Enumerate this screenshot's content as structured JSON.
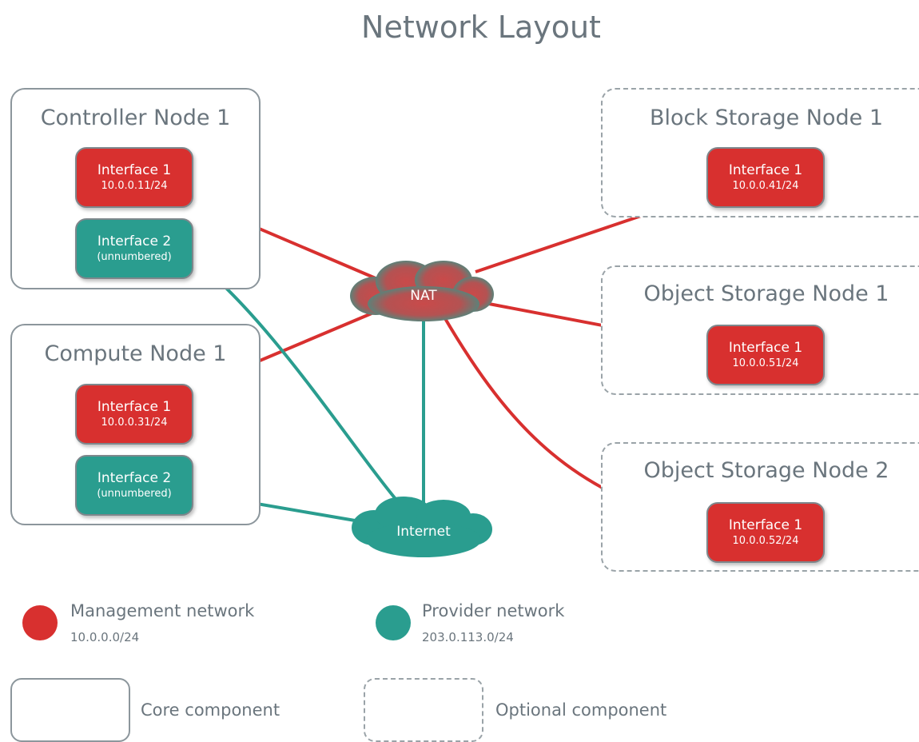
{
  "title": "Network Layout",
  "colors": {
    "management": "#d8302f",
    "provider": "#2a9d8f",
    "border": "#8c969c"
  },
  "nodes": {
    "controller": {
      "label": "Controller Node 1",
      "interfaces": [
        {
          "name": "Interface 1",
          "addr": "10.0.0.11/24",
          "network": "management"
        },
        {
          "name": "Interface 2",
          "addr": "(unnumbered)",
          "network": "provider"
        }
      ]
    },
    "compute": {
      "label": "Compute Node 1",
      "interfaces": [
        {
          "name": "Interface 1",
          "addr": "10.0.0.31/24",
          "network": "management"
        },
        {
          "name": "Interface 2",
          "addr": "(unnumbered)",
          "network": "provider"
        }
      ]
    },
    "block": {
      "label": "Block Storage Node 1",
      "interfaces": [
        {
          "name": "Interface 1",
          "addr": "10.0.0.41/24",
          "network": "management"
        }
      ]
    },
    "object1": {
      "label": "Object Storage Node 1",
      "interfaces": [
        {
          "name": "Interface 1",
          "addr": "10.0.0.51/24",
          "network": "management"
        }
      ]
    },
    "object2": {
      "label": "Object Storage Node 2",
      "interfaces": [
        {
          "name": "Interface 1",
          "addr": "10.0.0.52/24",
          "network": "management"
        }
      ]
    }
  },
  "clouds": {
    "nat": "NAT",
    "internet": "Internet"
  },
  "legend": {
    "management_name": "Management network",
    "management_subnet": "10.0.0.0/24",
    "provider_name": "Provider network",
    "provider_subnet": "203.0.113.0/24",
    "core": "Core component",
    "optional": "Optional component"
  }
}
